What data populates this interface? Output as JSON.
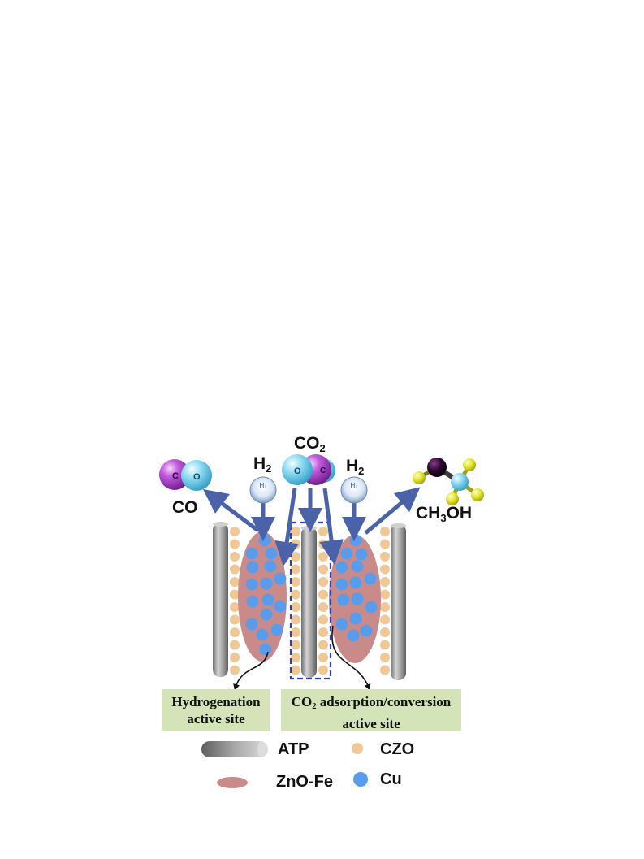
{
  "molecules": {
    "co2": {
      "main": "CO",
      "sub": "2",
      "atom_o_left": "O",
      "atom_c": "C"
    },
    "co": {
      "label": "CO",
      "atom_c": "C",
      "atom_o": "O"
    },
    "h2_left": {
      "main": "H",
      "sub": "2",
      "bubble": "H₂"
    },
    "h2_right": {
      "main": "H",
      "sub": "2",
      "bubble": "H₂"
    },
    "ch3oh": {
      "main": "CH",
      "sub": "3",
      "tail": "OH"
    }
  },
  "sites": {
    "hydrogenation": {
      "line1": "Hydrogenation",
      "line2": "active site"
    },
    "co2_site": {
      "line1_main": "CO",
      "line1_sub": "2",
      "line1_tail": " adsorption/conversion",
      "line2": "active site"
    }
  },
  "legend": {
    "atp": "ATP",
    "czo": "CZO",
    "znofe": "ZnO-Fe",
    "cu": "Cu"
  },
  "colors": {
    "rod_dark": "#6e6e6e",
    "rod_light": "#d4d4d4",
    "czo": "#f0c896",
    "znofe": "#c98a8a",
    "cu": "#5a9cec",
    "arrow": "#4a62a8",
    "dashed_box": "#2f3fc9",
    "site_box": "#d5e4b8",
    "molecule_purple": "#a534c6",
    "molecule_cyan": "#5ac8e6",
    "molecule_yellow": "#e4e62a",
    "molecule_dark": "#2a0a2c"
  }
}
